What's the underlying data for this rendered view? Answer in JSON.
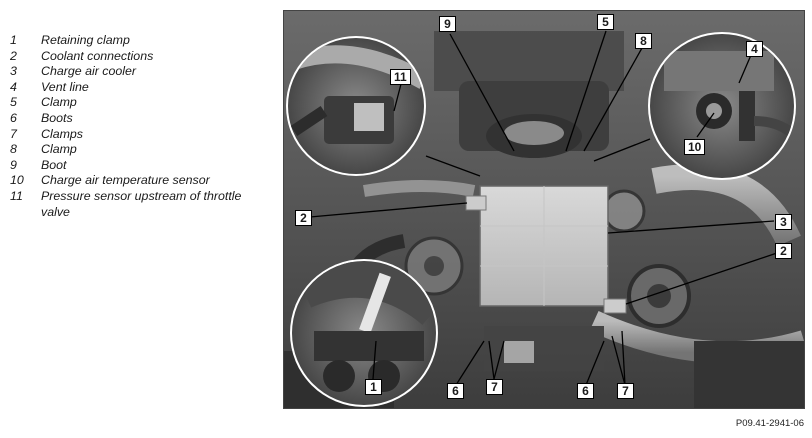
{
  "legend": [
    {
      "num": "1",
      "text": "Retaining clamp"
    },
    {
      "num": "2",
      "text": "Coolant connections"
    },
    {
      "num": "3",
      "text": "Charge air cooler"
    },
    {
      "num": "4",
      "text": "Vent line"
    },
    {
      "num": "5",
      "text": "Clamp"
    },
    {
      "num": "6",
      "text": "Boots"
    },
    {
      "num": "7",
      "text": "Clamps"
    },
    {
      "num": "8",
      "text": "Clamp"
    },
    {
      "num": "9",
      "text": "Boot"
    },
    {
      "num": "10",
      "text": "Charge air temperature sensor"
    },
    {
      "num": "11",
      "text": "Pressure sensor upstream of throttle valve"
    }
  ],
  "callouts": {
    "c1": "1",
    "c2a": "2",
    "c2b": "2",
    "c3": "3",
    "c4": "4",
    "c5": "5",
    "c6a": "6",
    "c6b": "6",
    "c7a": "7",
    "c7b": "7",
    "c8": "8",
    "c9": "9",
    "c10": "10",
    "c11": "11"
  },
  "figure_ref": "P09.41-2941-06"
}
